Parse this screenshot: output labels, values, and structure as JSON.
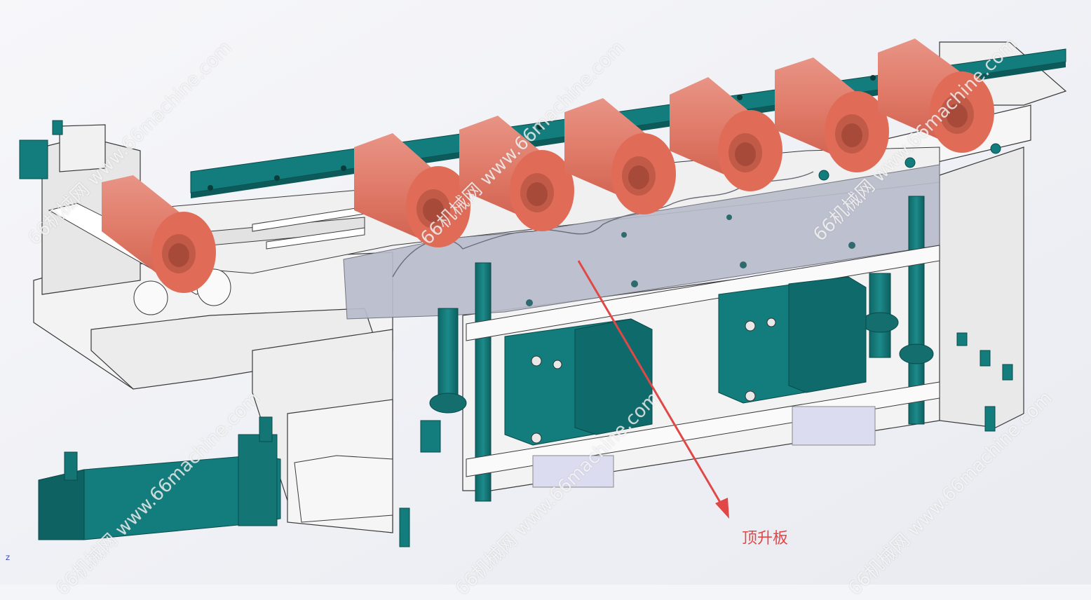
{
  "annotation": {
    "text": "顶升板",
    "color": "#e04848"
  },
  "watermarks": [
    "66机械网 www.66machine.com",
    "66机械网 www.66machine.com",
    "66机械网 www.66machine.com",
    "66机械网 www.66machine.com",
    "66机械网 www.66machine.com",
    "66机械网 www.66machine.com"
  ],
  "axis_indicator": "Z",
  "colors": {
    "background": "#f4f5f8",
    "frame": "#f2f2f2",
    "frame_edge": "#3a3a3a",
    "teal_parts": "#137c7c",
    "sleeves": "#e27a68",
    "lift_plate": "#b9bccb",
    "arrow": "#e04848"
  },
  "icons": [
    "roller-sleeve-icon",
    "pneumatic-cylinder-icon",
    "guide-rail-icon"
  ]
}
